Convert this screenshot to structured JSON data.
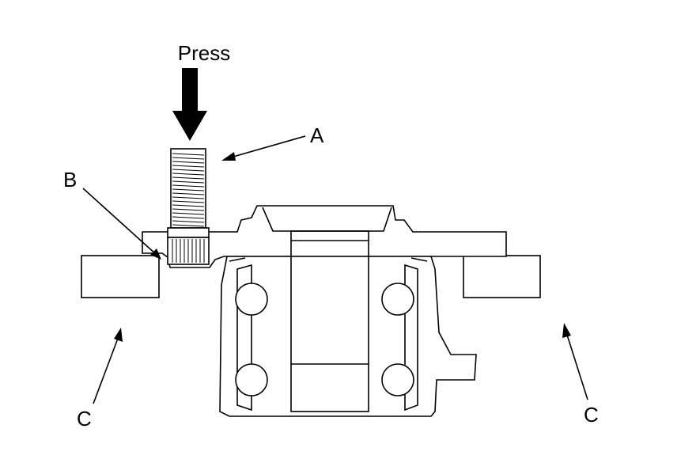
{
  "labels": {
    "press": "Press",
    "a": "A",
    "b": "B",
    "c_left": "C",
    "c_right": "C"
  },
  "colors": {
    "line": "#000000",
    "background": "#ffffff"
  }
}
